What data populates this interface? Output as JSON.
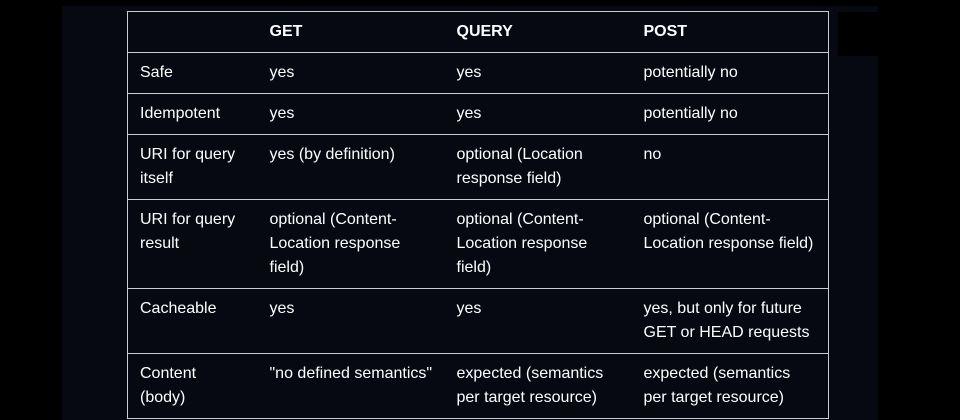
{
  "table": {
    "headers": [
      "",
      "GET",
      "QUERY",
      "POST"
    ],
    "rows": [
      [
        "Safe",
        "yes",
        "yes",
        "potentially no"
      ],
      [
        "Idempotent",
        "yes",
        "yes",
        "potentially no"
      ],
      [
        "URI for query itself",
        "yes (by definition)",
        "optional (Location response field)",
        "no"
      ],
      [
        "URI for query result",
        "optional (Content-Location response field)",
        "optional (Content-Location response field)",
        "optional (Content-Location response field)"
      ],
      [
        "Cacheable",
        "yes",
        "yes",
        "yes, but only for future GET or HEAD requests"
      ],
      [
        "Content (body)",
        "\"no defined semantics\"",
        "expected (semantics per target resource)",
        "expected (semantics per target resource)"
      ]
    ]
  },
  "colors": {
    "background": "#060912",
    "text": "#ffffff",
    "border": "#c9ccd3"
  }
}
